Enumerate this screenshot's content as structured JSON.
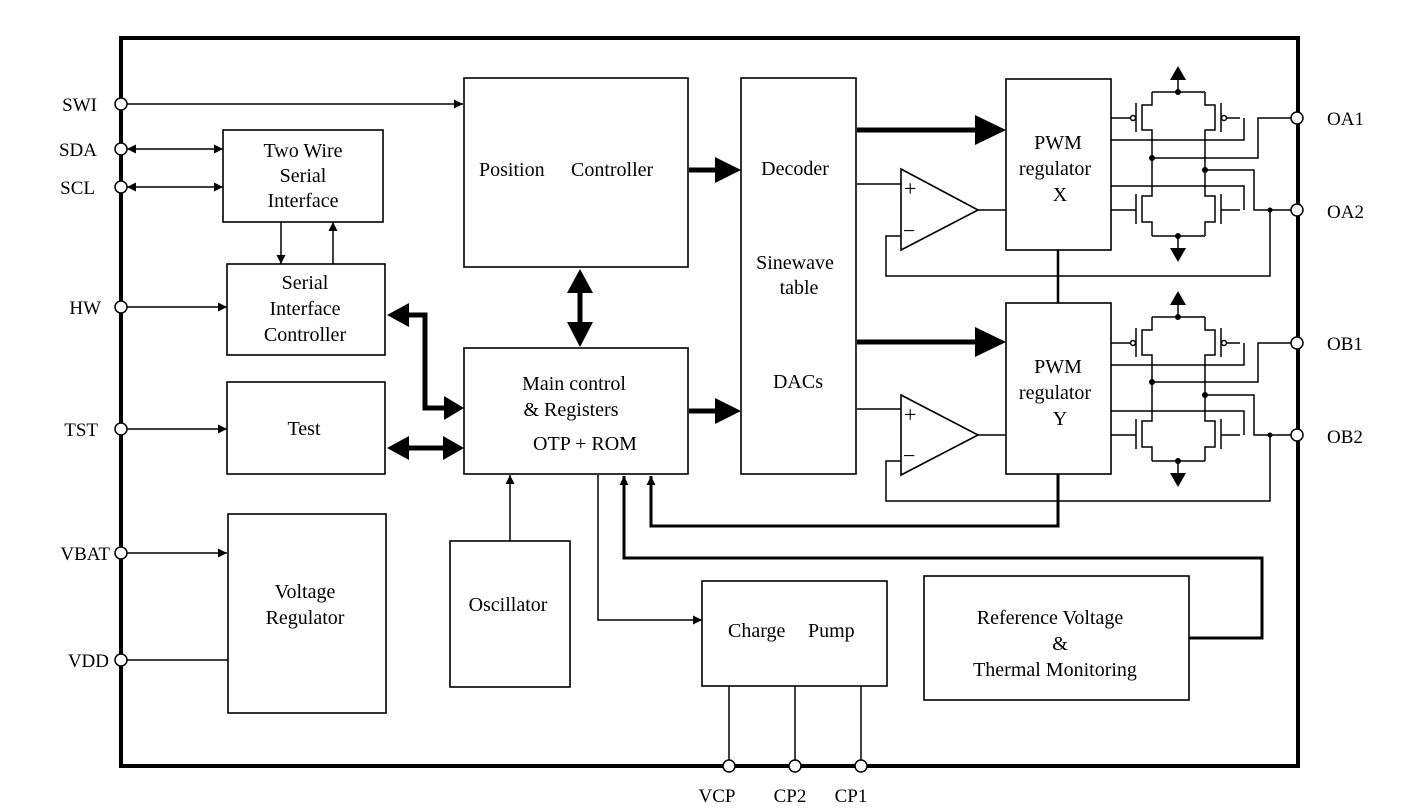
{
  "pins_left": {
    "swi": "SWI",
    "sda": "SDA",
    "scl": "SCL",
    "hw": "HW",
    "tst": "TST",
    "vbat": "VBAT",
    "vdd": "VDD"
  },
  "pins_right": {
    "oa1": "OA1",
    "oa2": "OA2",
    "ob1": "OB1",
    "ob2": "OB2"
  },
  "pins_bottom": {
    "vcp": "VCP",
    "cp2": "CP2",
    "cp1": "CP1"
  },
  "blocks": {
    "two_wire": [
      "Two Wire",
      "Serial",
      "Interface"
    ],
    "serial_ctrl": [
      "Serial",
      "Interface",
      "Controller"
    ],
    "test": "Test",
    "voltage_reg": [
      "Voltage",
      "Regulator"
    ],
    "position_ctrl": [
      "Position",
      "Controller"
    ],
    "main_ctrl": [
      "Main control",
      "& Registers",
      "OTP + ROM"
    ],
    "oscillator": "Oscillator",
    "dac_column": [
      "Decoder",
      "Sinewave",
      "table",
      "DACs"
    ],
    "charge_pump": [
      "Charge",
      "Pump"
    ],
    "ref_voltage": [
      "Reference Voltage",
      "&",
      "Thermal Monitoring"
    ],
    "pwm_x": [
      "PWM",
      "regulator",
      "X"
    ],
    "pwm_y": [
      "PWM",
      "regulator",
      "Y"
    ]
  },
  "opamp_signs": {
    "plus": "+",
    "minus": "−"
  }
}
